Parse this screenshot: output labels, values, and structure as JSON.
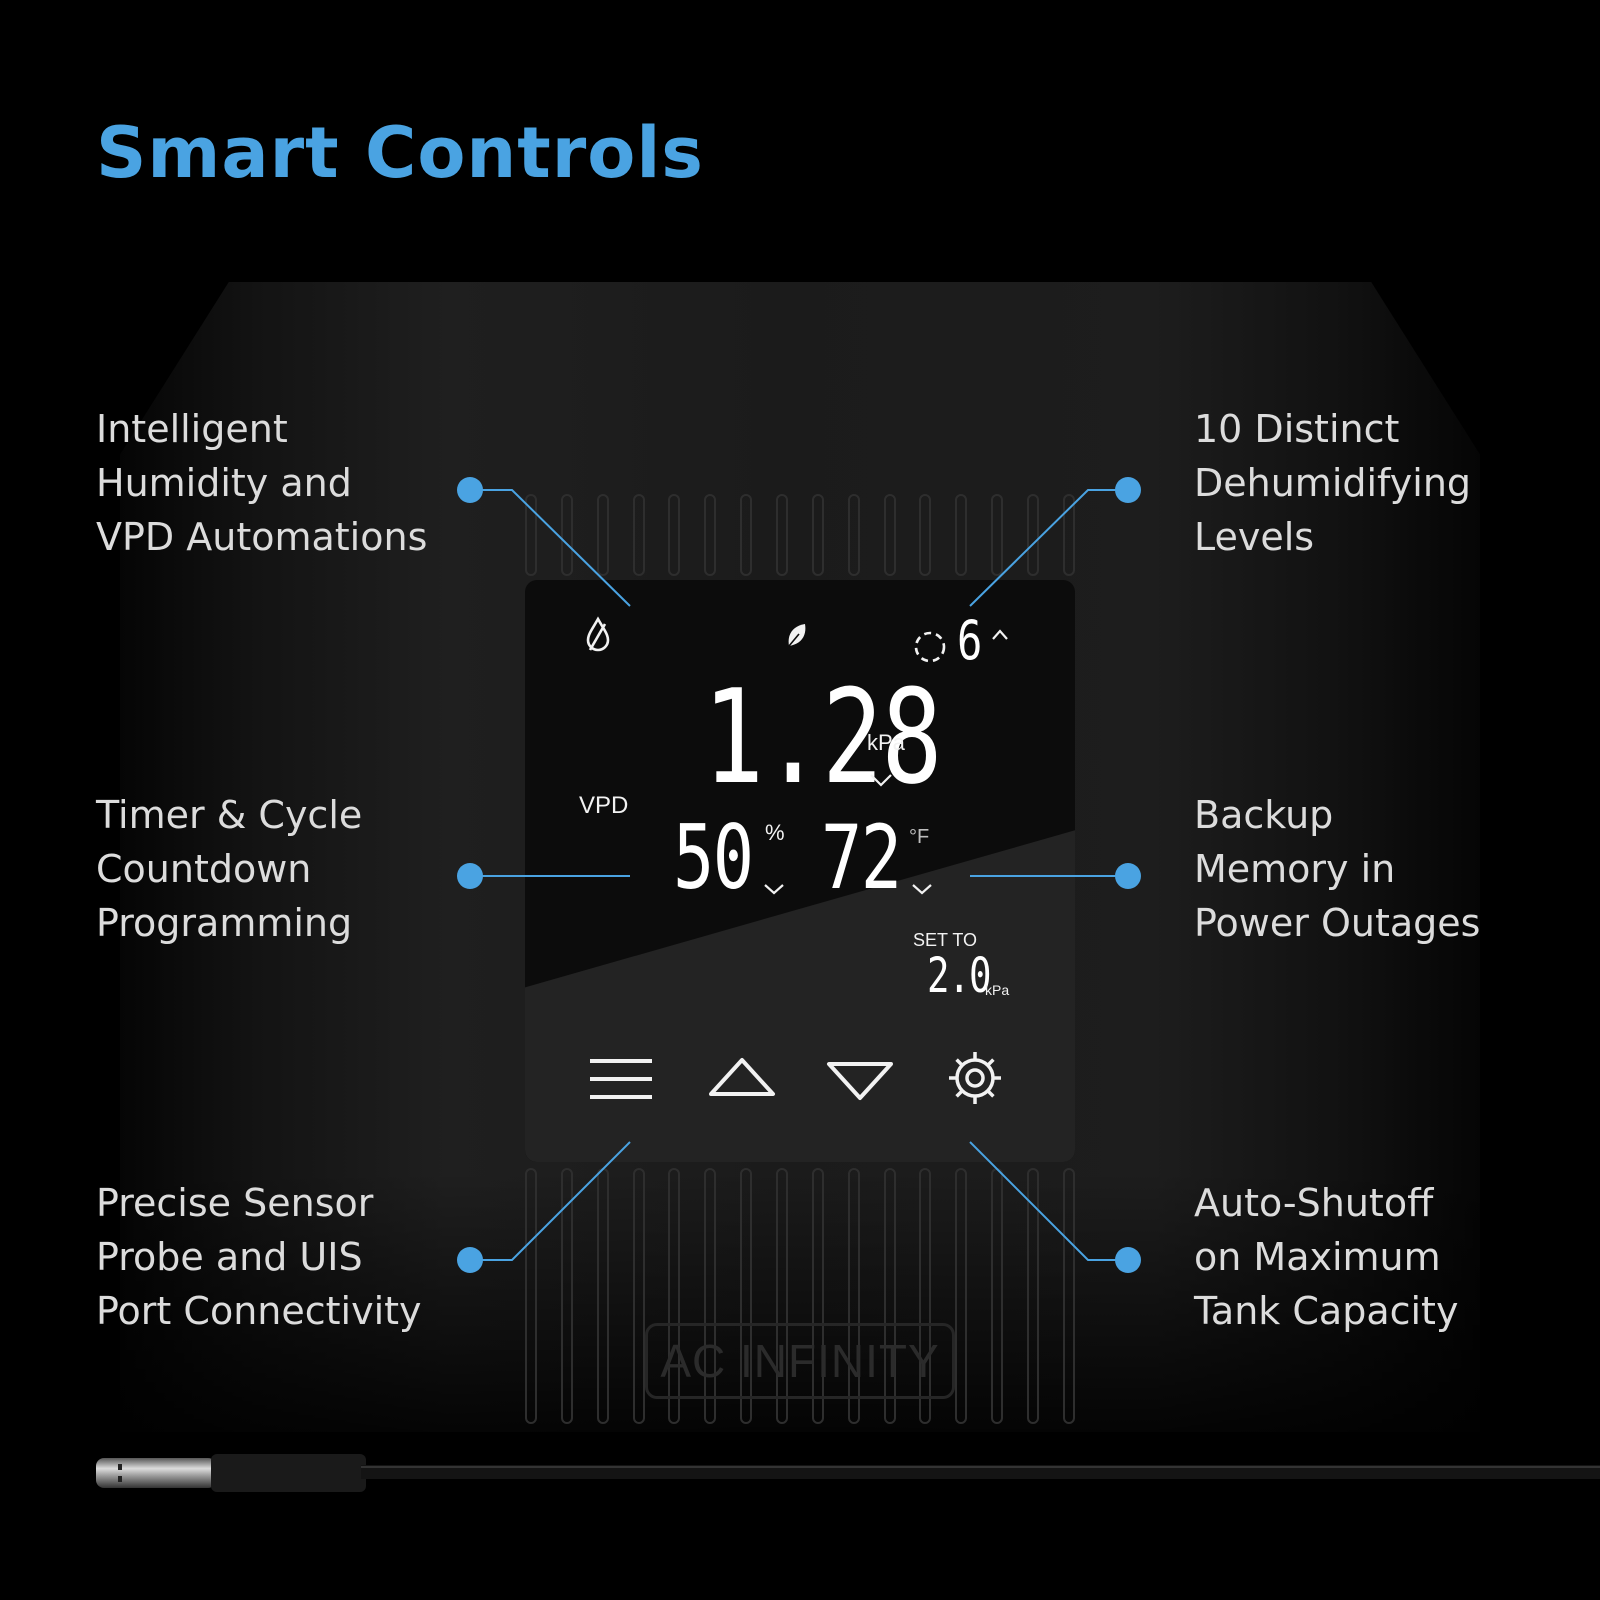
{
  "page": {
    "title": "Smart Controls",
    "accent": "#4aa3e2",
    "background": "#000000"
  },
  "device": {
    "brand": "AC INFINITY",
    "display": {
      "vpd_value": "1.28",
      "vpd_unit": "kPa",
      "mode_label": "VPD",
      "humidity_value": "50",
      "humidity_unit": "%",
      "temperature_value": "72",
      "temperature_unit": "°F",
      "level_value": "6",
      "set_label": "SET TO",
      "set_value": "2.0",
      "set_unit": "kPa"
    },
    "icons": [
      "humidity-drop-icon",
      "leaf-icon",
      "fan-level-icon",
      "menu-icon",
      "up-arrow-icon",
      "down-arrow-icon",
      "settings-gear-icon"
    ]
  },
  "features": {
    "left": [
      {
        "lines": [
          "Intelligent",
          "Humidity and",
          "VPD Automations"
        ]
      },
      {
        "lines": [
          "Timer & Cycle",
          "Countdown",
          "Programming"
        ]
      },
      {
        "lines": [
          "Precise Sensor",
          "Probe and UIS",
          "Port Connectivity"
        ]
      }
    ],
    "right": [
      {
        "lines": [
          "10 Distinct",
          "Dehumidifying",
          "Levels"
        ]
      },
      {
        "lines": [
          "Backup",
          "Memory in",
          "Power Outages"
        ]
      },
      {
        "lines": [
          "Auto-Shutoff",
          "on Maximum",
          "Tank Capacity"
        ]
      }
    ]
  }
}
